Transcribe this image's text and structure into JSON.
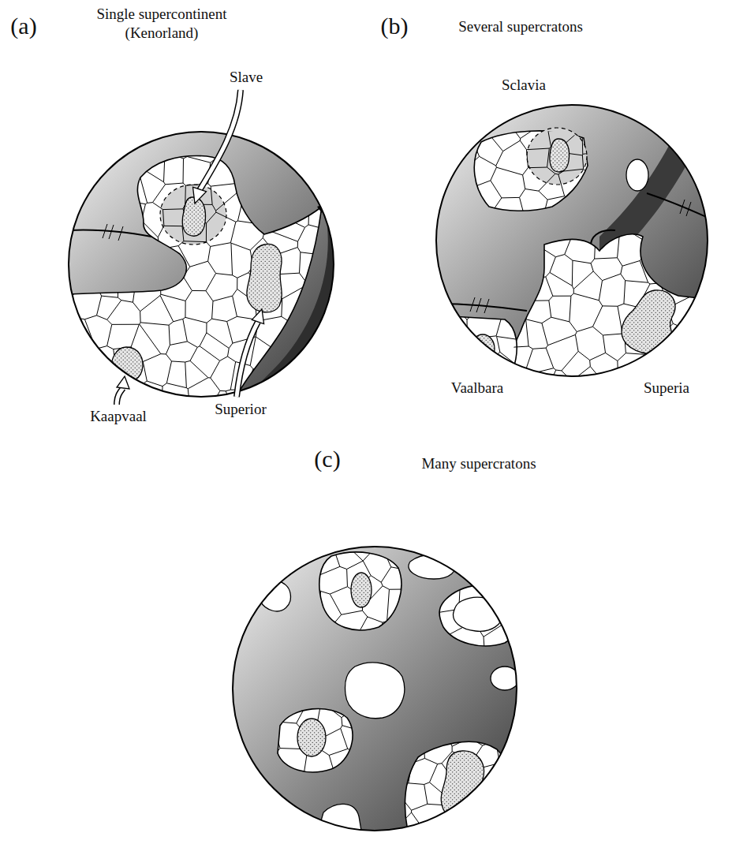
{
  "diagram": {
    "labels": [
      "(a)",
      "Single supercontinent (Kenorland)",
      "Slave",
      "Kaapvaal",
      "Superior",
      "(b)",
      "Several supercratons",
      "Sclavia",
      "Vaalbara",
      "Superia",
      "(c)",
      "Many supercratons"
    ]
  }
}
